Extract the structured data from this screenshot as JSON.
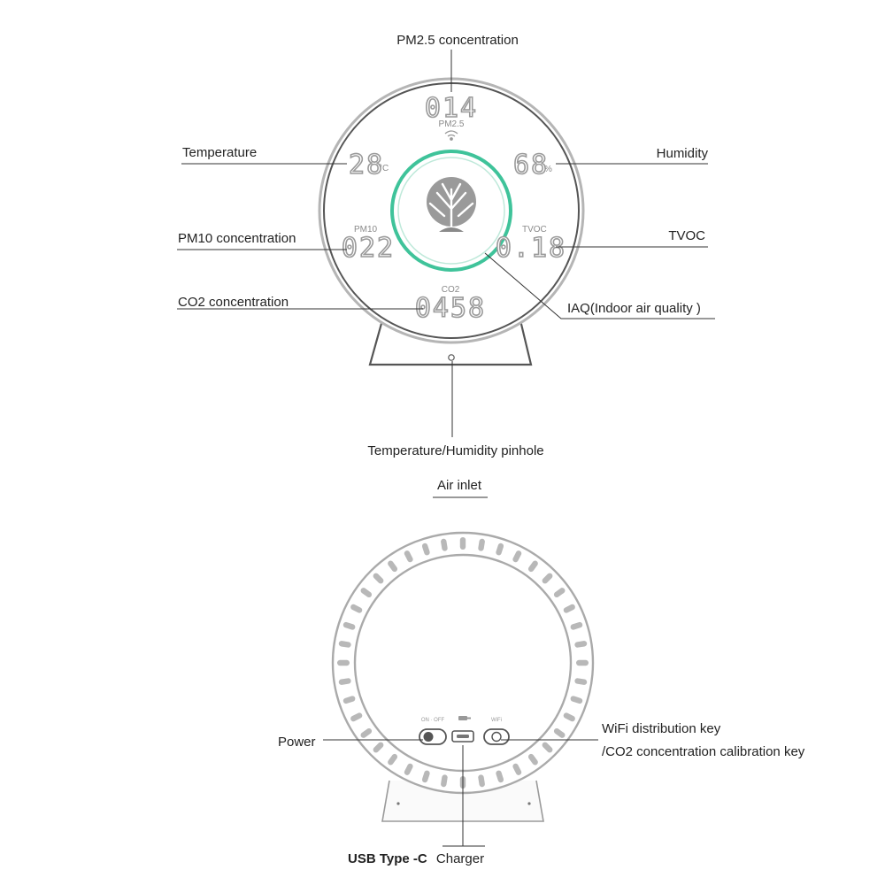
{
  "front": {
    "callouts": {
      "pm25": "PM2.5 concentration",
      "temperature": "Temperature",
      "humidity": "Humidity",
      "pm10": "PM10 concentration",
      "tvoc": "TVOC",
      "co2": "CO2 concentration",
      "iaq": "IAQ(Indoor air quality )",
      "pinhole": "Temperature/Humidity pinhole"
    },
    "display": {
      "pm25_value": "014",
      "pm25_label": "PM2.5",
      "temp_value": "28",
      "temp_unit": "°C",
      "humidity_value": "68",
      "humidity_unit": "%",
      "pm10_label": "PM10",
      "pm10_value": "022",
      "tvoc_label": "TVOC",
      "tvoc_value": "0.18",
      "co2_label": "CO2",
      "co2_value": "0458"
    },
    "colors": {
      "iaq_ring": "#3fc39a"
    }
  },
  "back": {
    "callouts": {
      "air_inlet": "Air inlet",
      "power": "Power",
      "wifi_key_line1": "WiFi distribution key",
      "wifi_key_line2": "/CO2 concentration calibration key",
      "usb_bold": "USB Type -C",
      "usb_rest": "Charger"
    },
    "panel": {
      "onoff_label": "ON · OFF",
      "wifi_label": "WiFi"
    }
  }
}
